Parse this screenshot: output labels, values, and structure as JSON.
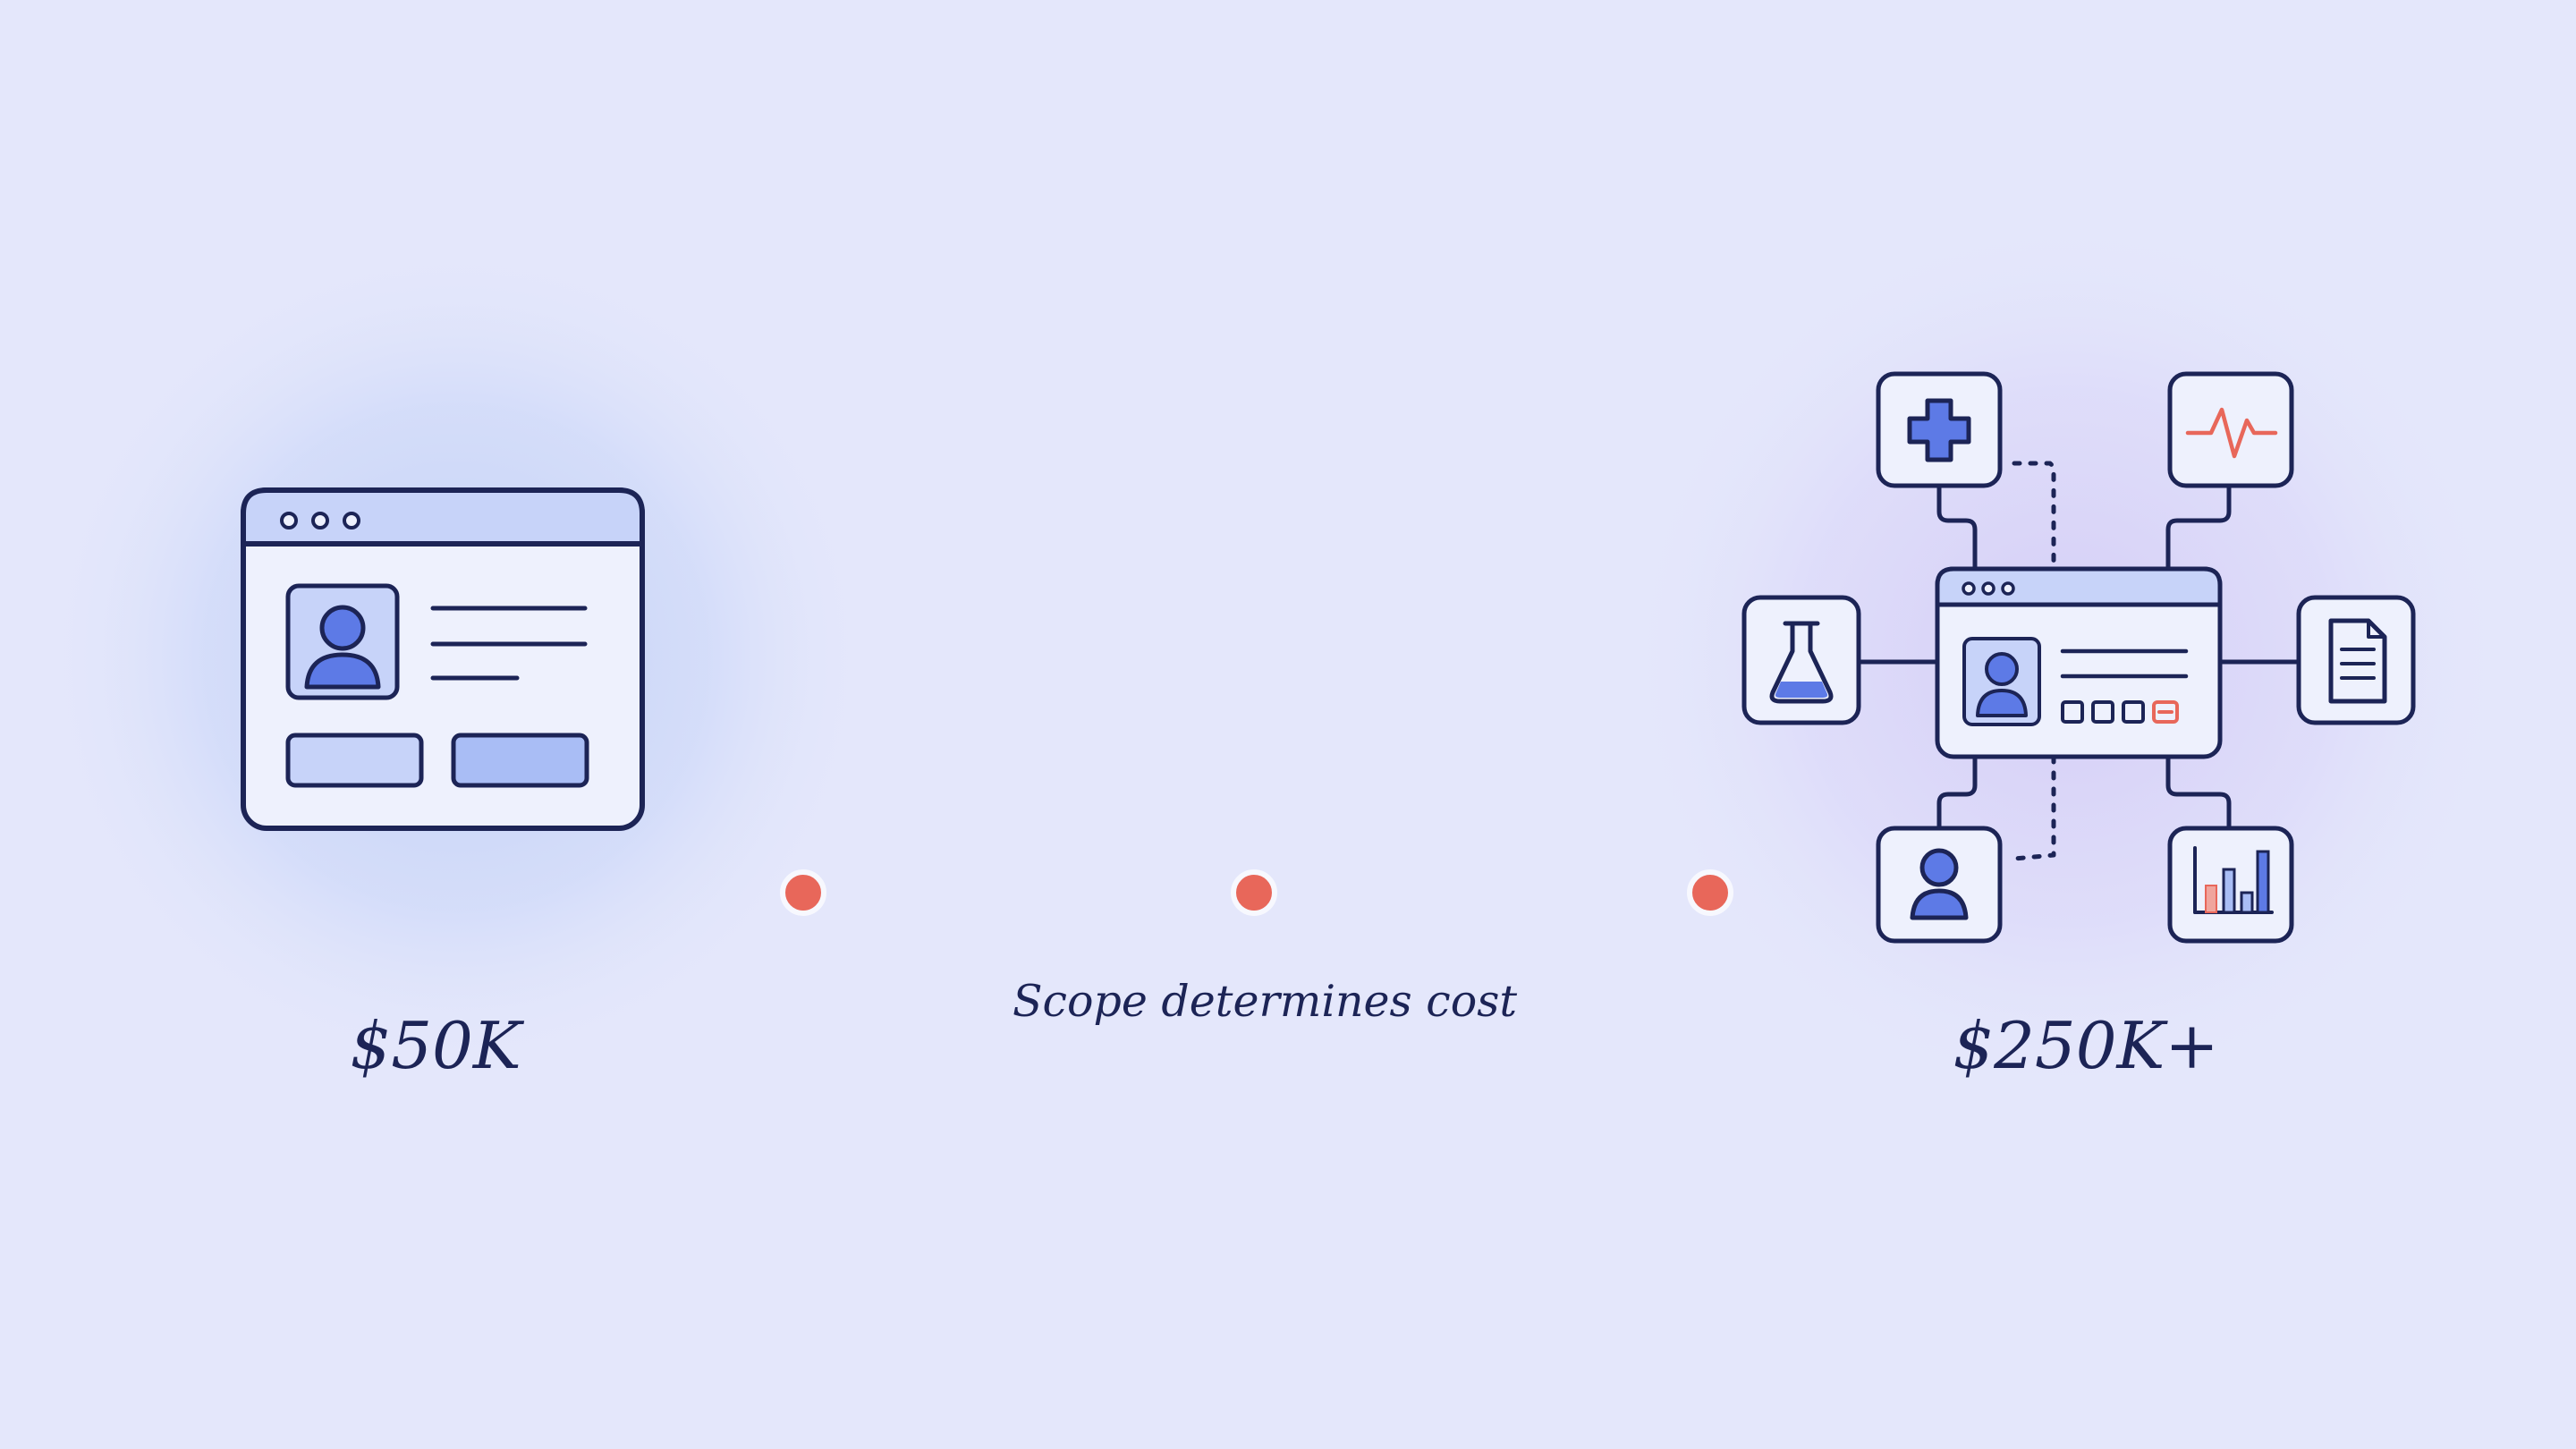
{
  "colors": {
    "background": "#e4e7fb",
    "ink": "#1c2456",
    "accent": "#e8675a",
    "blue": "#5d7ae6",
    "blue_light": "#c7d3f9",
    "panel": "#eef1fd"
  },
  "diagram": {
    "left_price": "$50K",
    "right_price": "$250K+",
    "caption": "Scope determines cost"
  },
  "icons": {
    "simple_app": "app-window-icon",
    "central_app": "app-window-icon",
    "medical": "medical-cross-icon",
    "vitals": "heartbeat-icon",
    "lab": "flask-icon",
    "records": "document-icon",
    "patient": "user-icon",
    "analytics": "bar-chart-icon"
  }
}
